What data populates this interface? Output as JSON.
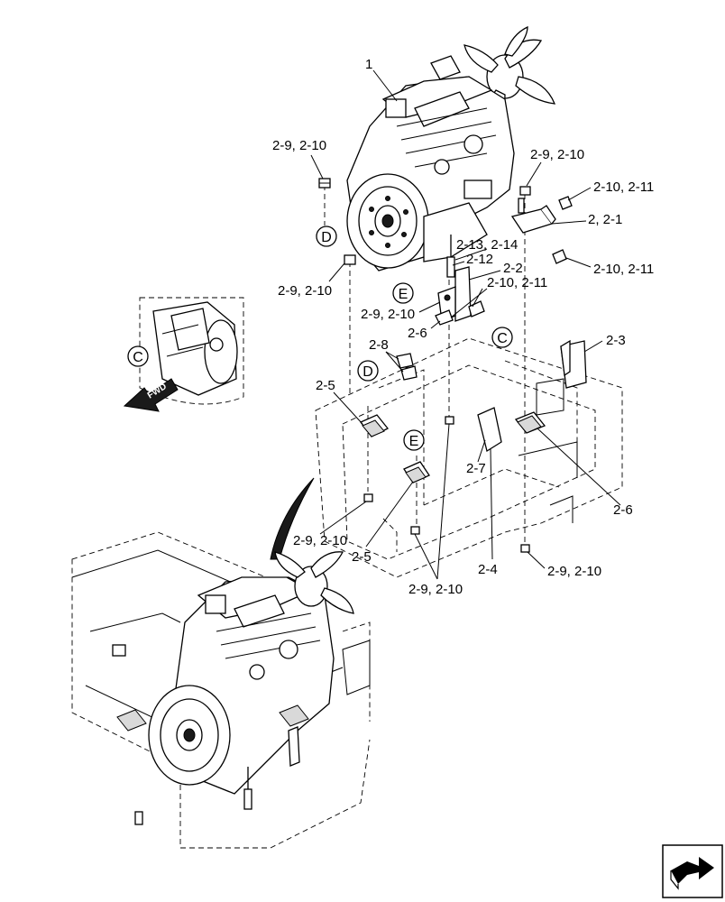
{
  "callouts": {
    "c1": "1",
    "c2": "2-9, 2-10",
    "c3": "2-9, 2-10",
    "c4": "2-10, 2-11",
    "c5": "2, 2-1",
    "c6": "2-13, 2-14",
    "c7": "2-12",
    "c8": "2-2",
    "c9": "2-10, 2-11",
    "c10": "2-10, 2-11",
    "c11": "2-9, 2-10",
    "c12": "2-9, 2-10",
    "c13": "2-6",
    "c14": "2-8",
    "c15": "2-3",
    "c16": "2-5",
    "c17": "2-7",
    "c18": "2-6",
    "c19": "2-9, 2-10",
    "c20": "2-5",
    "c21": "2-4",
    "c22": "2-9, 2-10",
    "c23": "2-9, 2-10"
  },
  "circle_refs": {
    "d_top": "D",
    "e_top": "E",
    "c_inset": "C",
    "c_frame": "C",
    "d_frame": "D",
    "e_frame": "E"
  },
  "direction_arrow": {
    "label": "FWD"
  },
  "icons": [
    "direction-arrow-icon",
    "navigation-corner-icon"
  ]
}
